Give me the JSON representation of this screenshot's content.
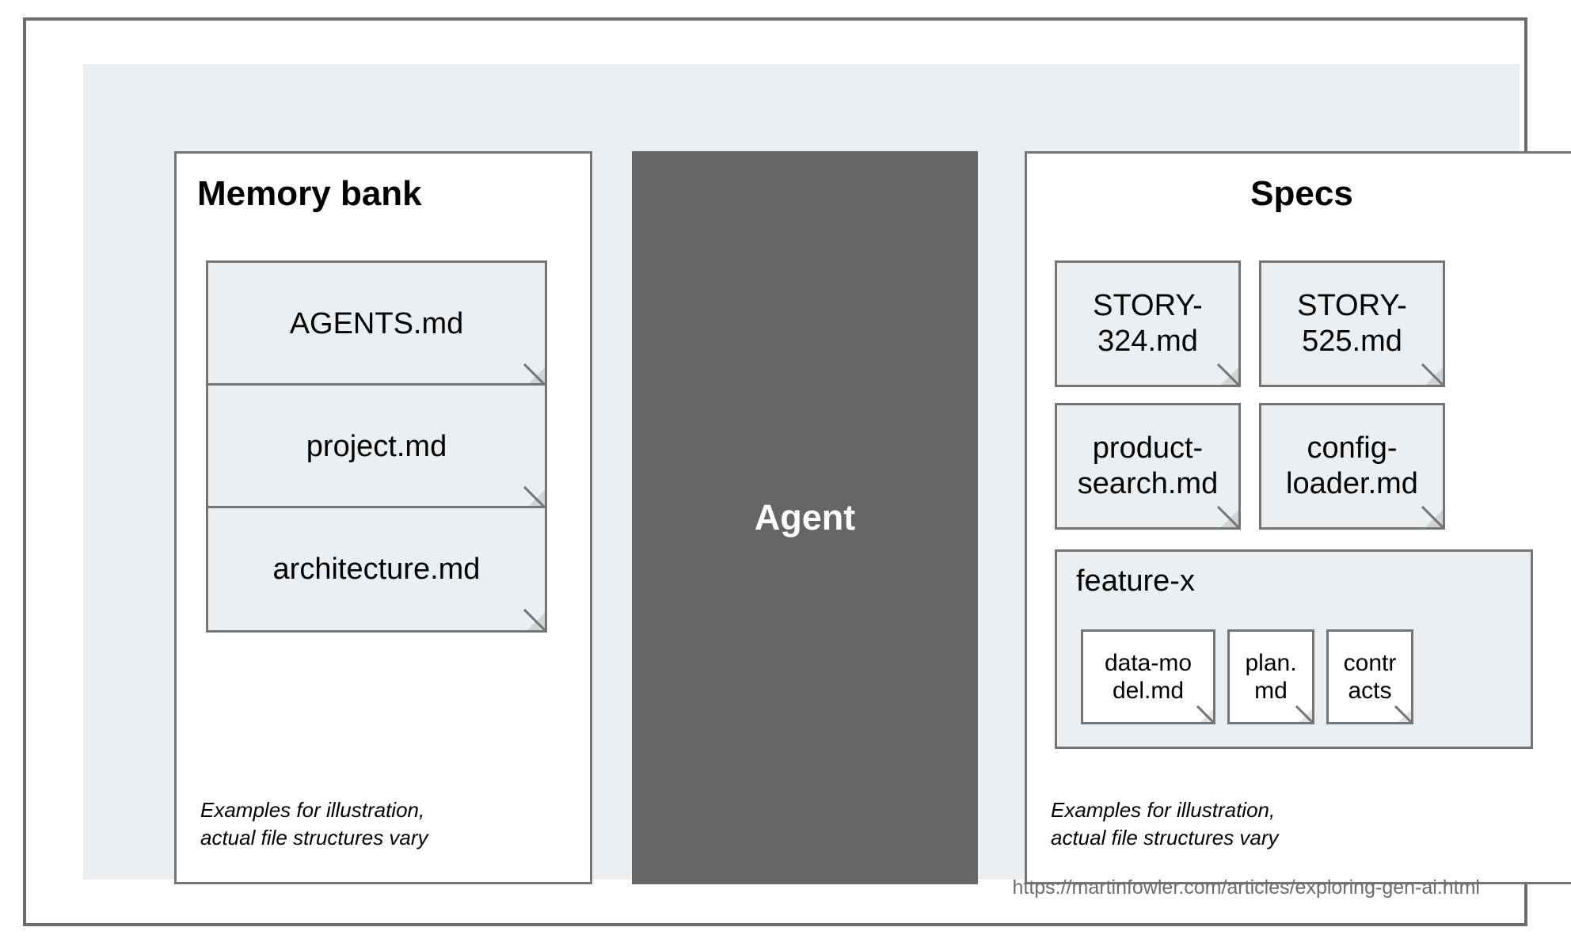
{
  "diagram": {
    "columns": {
      "memory_bank": {
        "title": "Memory bank",
        "cards": [
          {
            "label": "AGENTS.md"
          },
          {
            "label": "project.md"
          },
          {
            "label": "architecture.md"
          }
        ],
        "footnote": "Examples for illustration,\nactual file structures vary"
      },
      "agent": {
        "label": "Agent"
      },
      "specs": {
        "title": "Specs",
        "cards": [
          {
            "label": "STORY-\n324.md"
          },
          {
            "label": "STORY-\n525.md"
          },
          {
            "label": "product-\nsearch.md"
          },
          {
            "label": "config-\nloader.md"
          }
        ],
        "group": {
          "title": "feature-x",
          "cards": [
            {
              "label": "data-mo\ndel.md"
            },
            {
              "label": "plan.\nmd"
            },
            {
              "label": "contr\nacts"
            }
          ]
        },
        "footnote": "Examples for illustration,\nactual file structures vary"
      }
    },
    "footer_url": "https://martinfowler.com/articles/exploring-gen-ai.html",
    "colors": {
      "panel_background": "#eceff1",
      "card_fill": "#eceff1",
      "card_border": "#757575",
      "agent_fill": "#666666",
      "agent_text": "#ffffff",
      "fold_shade": "#cfd4d6",
      "frame_border": "#6b6b6b",
      "footer_text": "#6d6d6d"
    }
  }
}
